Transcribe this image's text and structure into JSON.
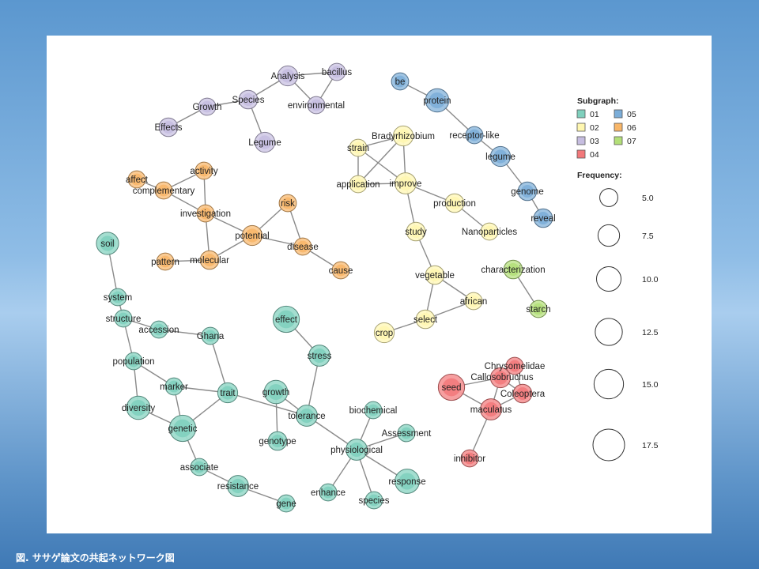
{
  "caption": "図. ササゲ論文の共起ネットワーク図",
  "legend": {
    "subgraph_title": "Subgraph:",
    "subgraphs": [
      {
        "id": "01",
        "color": "#7fd0bd"
      },
      {
        "id": "02",
        "color": "#fff7b0"
      },
      {
        "id": "03",
        "color": "#c6bde0"
      },
      {
        "id": "04",
        "color": "#f2787a"
      },
      {
        "id": "05",
        "color": "#7badd8"
      },
      {
        "id": "06",
        "color": "#f8b668"
      },
      {
        "id": "07",
        "color": "#b3df78"
      }
    ],
    "frequency_title": "Frequency:",
    "frequencies": [
      "5.0",
      "7.5",
      "10.0",
      "12.5",
      "15.0",
      "17.5"
    ]
  },
  "nodes": [
    {
      "id": "soil",
      "label": "soil",
      "group": "01",
      "freq": 9
    },
    {
      "id": "system",
      "label": "system",
      "group": "01",
      "freq": 5
    },
    {
      "id": "structure",
      "label": "structure",
      "group": "01",
      "freq": 5
    },
    {
      "id": "accession",
      "label": "accession",
      "group": "01",
      "freq": 5
    },
    {
      "id": "Ghana",
      "label": "Ghana",
      "group": "01",
      "freq": 5
    },
    {
      "id": "population",
      "label": "population",
      "group": "01",
      "freq": 5
    },
    {
      "id": "marker",
      "label": "marker",
      "group": "01",
      "freq": 5
    },
    {
      "id": "diversity",
      "label": "diversity",
      "group": "01",
      "freq": 10
    },
    {
      "id": "genetic",
      "label": "genetic",
      "group": "01",
      "freq": 13
    },
    {
      "id": "trait",
      "label": "trait",
      "group": "01",
      "freq": 7
    },
    {
      "id": "growth",
      "label": "growth",
      "group": "01",
      "freq": 10
    },
    {
      "id": "effect",
      "label": "effect",
      "group": "01",
      "freq": 13
    },
    {
      "id": "stress",
      "label": "stress",
      "group": "01",
      "freq": 8
    },
    {
      "id": "tolerance",
      "label": "tolerance",
      "group": "01",
      "freq": 8
    },
    {
      "id": "genotype",
      "label": "genotype",
      "group": "01",
      "freq": 6
    },
    {
      "id": "associate",
      "label": "associate",
      "group": "01",
      "freq": 5
    },
    {
      "id": "resistance",
      "label": "resistance",
      "group": "01",
      "freq": 8
    },
    {
      "id": "gene",
      "label": "gene",
      "group": "01",
      "freq": 5
    },
    {
      "id": "biochemical",
      "label": "biochemical",
      "group": "01",
      "freq": 5
    },
    {
      "id": "Assessment",
      "label": "Assessment",
      "group": "01",
      "freq": 5
    },
    {
      "id": "physiological",
      "label": "physiological",
      "group": "01",
      "freq": 8
    },
    {
      "id": "enhance",
      "label": "enhance",
      "group": "01",
      "freq": 5
    },
    {
      "id": "species1",
      "label": "species",
      "group": "01",
      "freq": 5
    },
    {
      "id": "response",
      "label": "response",
      "group": "01",
      "freq": 11
    },
    {
      "id": "Bradyrhizobium",
      "label": "Bradyrhizobium",
      "group": "02",
      "freq": 7
    },
    {
      "id": "strain",
      "label": "strain",
      "group": "02",
      "freq": 5
    },
    {
      "id": "application",
      "label": "application",
      "group": "02",
      "freq": 5
    },
    {
      "id": "improve",
      "label": "improve",
      "group": "02",
      "freq": 8
    },
    {
      "id": "production",
      "label": "production",
      "group": "02",
      "freq": 6
    },
    {
      "id": "Nanoparticles",
      "label": "Nanoparticles",
      "group": "02",
      "freq": 5
    },
    {
      "id": "study",
      "label": "study",
      "group": "02",
      "freq": 6
    },
    {
      "id": "vegetable",
      "label": "vegetable",
      "group": "02",
      "freq": 6
    },
    {
      "id": "african",
      "label": "african",
      "group": "02",
      "freq": 5
    },
    {
      "id": "select",
      "label": "select",
      "group": "02",
      "freq": 6
    },
    {
      "id": "crop",
      "label": "crop",
      "group": "02",
      "freq": 7
    },
    {
      "id": "Analysis",
      "label": "Analysis",
      "group": "03",
      "freq": 7
    },
    {
      "id": "bacillus",
      "label": "bacillus",
      "group": "03",
      "freq": 5
    },
    {
      "id": "environmental",
      "label": "environmental",
      "group": "03",
      "freq": 5
    },
    {
      "id": "Species",
      "label": "Species",
      "group": "03",
      "freq": 6
    },
    {
      "id": "Growth",
      "label": "Growth",
      "group": "03",
      "freq": 5
    },
    {
      "id": "Effects",
      "label": "Effects",
      "group": "03",
      "freq": 6
    },
    {
      "id": "Legume",
      "label": "Legume",
      "group": "03",
      "freq": 7
    },
    {
      "id": "seed",
      "label": "seed",
      "group": "04",
      "freq": 13
    },
    {
      "id": "Callosobruchus",
      "label": "Callosobruchus",
      "group": "04",
      "freq": 7
    },
    {
      "id": "Chrysomelidae",
      "label": "Chrysomelidae",
      "group": "04",
      "freq": 5
    },
    {
      "id": "Coleoptera",
      "label": "Coleoptera",
      "group": "04",
      "freq": 6
    },
    {
      "id": "maculatus",
      "label": "maculatus",
      "group": "04",
      "freq": 8
    },
    {
      "id": "inhibitor",
      "label": "inhibitor",
      "group": "04",
      "freq": 5
    },
    {
      "id": "be",
      "label": "be",
      "group": "05",
      "freq": 5
    },
    {
      "id": "protein",
      "label": "protein",
      "group": "05",
      "freq": 10
    },
    {
      "id": "receptor-like",
      "label": "receptor-like",
      "group": "05",
      "freq": 5
    },
    {
      "id": "legume",
      "label": "legume",
      "group": "05",
      "freq": 7
    },
    {
      "id": "genome",
      "label": "genome",
      "group": "05",
      "freq": 6
    },
    {
      "id": "reveal",
      "label": "reveal",
      "group": "05",
      "freq": 6
    },
    {
      "id": "affect",
      "label": "affect",
      "group": "06",
      "freq": 5
    },
    {
      "id": "activity",
      "label": "activity",
      "group": "06",
      "freq": 5
    },
    {
      "id": "complementary",
      "label": "complementary",
      "group": "06",
      "freq": 5
    },
    {
      "id": "investigation",
      "label": "investigation",
      "group": "06",
      "freq": 5
    },
    {
      "id": "risk",
      "label": "risk",
      "group": "06",
      "freq": 5
    },
    {
      "id": "potential",
      "label": "potential",
      "group": "06",
      "freq": 7
    },
    {
      "id": "disease",
      "label": "disease",
      "group": "06",
      "freq": 5
    },
    {
      "id": "pattern",
      "label": "pattern",
      "group": "06",
      "freq": 5
    },
    {
      "id": "molecular",
      "label": "molecular",
      "group": "06",
      "freq": 6
    },
    {
      "id": "cause",
      "label": "cause",
      "group": "06",
      "freq": 5
    },
    {
      "id": "characterization",
      "label": "characterization",
      "group": "07",
      "freq": 6
    },
    {
      "id": "starch",
      "label": "starch",
      "group": "07",
      "freq": 5
    }
  ],
  "edges": [
    [
      "soil",
      "system"
    ],
    [
      "system",
      "structure"
    ],
    [
      "structure",
      "accession"
    ],
    [
      "structure",
      "population"
    ],
    [
      "accession",
      "Ghana"
    ],
    [
      "Ghana",
      "trait"
    ],
    [
      "population",
      "marker"
    ],
    [
      "population",
      "diversity"
    ],
    [
      "marker",
      "genetic"
    ],
    [
      "marker",
      "trait"
    ],
    [
      "diversity",
      "genetic"
    ],
    [
      "genetic",
      "trait"
    ],
    [
      "genetic",
      "associate"
    ],
    [
      "associate",
      "resistance"
    ],
    [
      "resistance",
      "gene"
    ],
    [
      "trait",
      "tolerance"
    ],
    [
      "growth",
      "genotype"
    ],
    [
      "growth",
      "tolerance"
    ],
    [
      "effect",
      "stress"
    ],
    [
      "stress",
      "tolerance"
    ],
    [
      "tolerance",
      "physiological"
    ],
    [
      "physiological",
      "biochemical"
    ],
    [
      "physiological",
      "Assessment"
    ],
    [
      "physiological",
      "enhance"
    ],
    [
      "physiological",
      "species1"
    ],
    [
      "physiological",
      "response"
    ],
    [
      "Bradyrhizobium",
      "strain"
    ],
    [
      "Bradyrhizobium",
      "improve"
    ],
    [
      "Bradyrhizobium",
      "application"
    ],
    [
      "strain",
      "application"
    ],
    [
      "strain",
      "improve"
    ],
    [
      "application",
      "improve"
    ],
    [
      "improve",
      "production"
    ],
    [
      "improve",
      "study"
    ],
    [
      "production",
      "Nanoparticles"
    ],
    [
      "study",
      "vegetable"
    ],
    [
      "vegetable",
      "african"
    ],
    [
      "vegetable",
      "select"
    ],
    [
      "select",
      "african"
    ],
    [
      "select",
      "crop"
    ],
    [
      "Analysis",
      "bacillus"
    ],
    [
      "Analysis",
      "environmental"
    ],
    [
      "bacillus",
      "environmental"
    ],
    [
      "Analysis",
      "Species"
    ],
    [
      "Species",
      "Growth"
    ],
    [
      "Growth",
      "Effects"
    ],
    [
      "Species",
      "Legume"
    ],
    [
      "seed",
      "Callosobruchus"
    ],
    [
      "seed",
      "maculatus"
    ],
    [
      "Callosobruchus",
      "Chrysomelidae"
    ],
    [
      "Callosobruchus",
      "Coleoptera"
    ],
    [
      "Callosobruchus",
      "maculatus"
    ],
    [
      "Chrysomelidae",
      "Coleoptera"
    ],
    [
      "maculatus",
      "Coleoptera"
    ],
    [
      "maculatus",
      "inhibitor"
    ],
    [
      "be",
      "protein"
    ],
    [
      "protein",
      "receptor-like"
    ],
    [
      "receptor-like",
      "legume"
    ],
    [
      "legume",
      "genome"
    ],
    [
      "genome",
      "reveal"
    ],
    [
      "affect",
      "complementary"
    ],
    [
      "complementary",
      "activity"
    ],
    [
      "complementary",
      "investigation"
    ],
    [
      "activity",
      "investigation"
    ],
    [
      "investigation",
      "potential"
    ],
    [
      "investigation",
      "molecular"
    ],
    [
      "potential",
      "risk"
    ],
    [
      "potential",
      "disease"
    ],
    [
      "potential",
      "molecular"
    ],
    [
      "risk",
      "disease"
    ],
    [
      "disease",
      "cause"
    ],
    [
      "pattern",
      "molecular"
    ],
    [
      "characterization",
      "starch"
    ]
  ]
}
